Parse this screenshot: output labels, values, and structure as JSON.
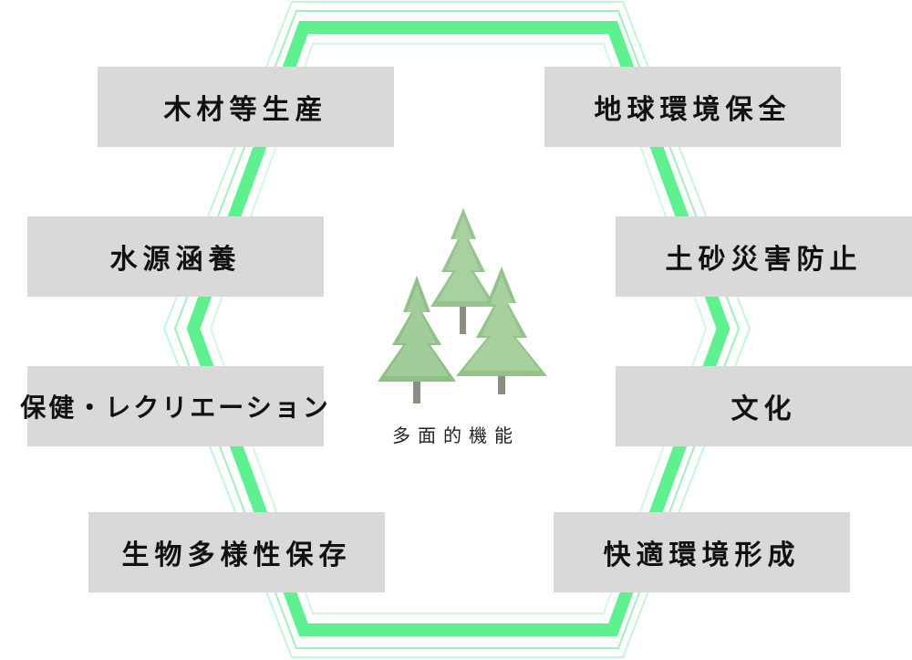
{
  "diagram": {
    "center_label": "多面的機能",
    "functions": [
      "木材等生産",
      "水源涵養",
      "保健・レクリエーション",
      "生物多様性保存",
      "地球環境保全",
      "土砂災害防止",
      "文化",
      "快適環境形成"
    ],
    "colors": {
      "hexagon_main": "#5ff08f",
      "hexagon_outline": "#b9f3ce",
      "box_fill": "#d9d9d9",
      "tree_green": "#8fc08a",
      "trunk": "#8a8f84"
    },
    "icon": "fir-trees-icon"
  }
}
